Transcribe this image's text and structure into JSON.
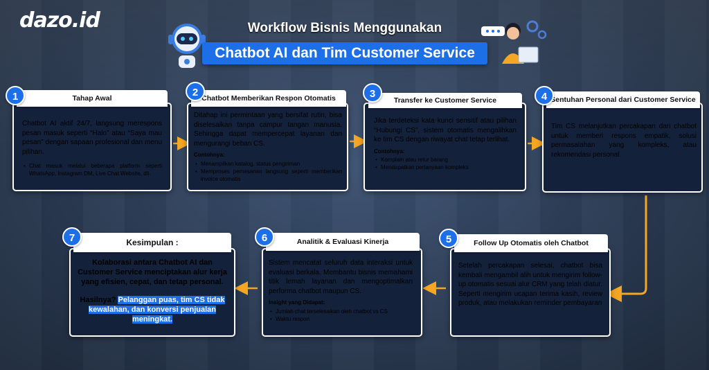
{
  "brand": "dazo.id",
  "title": {
    "line1": "Workflow Bisnis Menggunakan",
    "line2": "Chatbot AI dan Tim Customer Service"
  },
  "colors": {
    "accent": "#1d6fe8",
    "card": "#14213b",
    "arrow": "#f5a623"
  },
  "steps": [
    {
      "num": "1",
      "title": "Tahap Awal",
      "text": "Chatbot AI aktif 24/7, langsung merespons pesan masuk seperti “Halo” atau “Saya mau pesan” dengan sapaan profesional dan menu pilihan.",
      "bullets": [
        "Chat masuk melalui beberapa platform seperti  WhatsApp, Instagram DM, Live Chat Website, dll."
      ]
    },
    {
      "num": "2",
      "title": "Chatbot  Memberikan Respon Otomatis",
      "text": "Ditahap ini permintaan yang bersifat rutin, bisa diselesaikan tanpa campur tangan manusia. Sehingga dapat mempercepat layanan dan mengurangi beban CS.",
      "sub": "Contohnya:",
      "bullets": [
        "Menampilkan katalog, status pengiriman",
        "Memproses pemesanan langsung seperti memberikan invoice otomatis"
      ]
    },
    {
      "num": "3",
      "title": "Transfer ke Customer Service",
      "text": "Jika terdeteksi kata kunci sensitif atau pilihan “Hubungi CS”, sistem otomatis mengalihkan ke tim CS dengan riwayat chat tetap terlihat.",
      "sub": "Contohnya:",
      "bullets": [
        "Komplain atau retur barang",
        "Mendapatkan pertanyaan kompleks"
      ]
    },
    {
      "num": "4",
      "title": "Sentuhan Personal dari Customer Service",
      "text": "Tim CS melanjutkan percakapan dari chatbot untuk memberi respons empatik, solusi permasalahan yang kompleks, atau rekomendasi personal."
    },
    {
      "num": "5",
      "title": "Follow Up Otomatis oleh Chatbot",
      "text": "Setelah percakapan selesai, chatbot bisa kembali mengambil alih untuk mengirim follow-up otomatis sesuai alur CRM yang telah diatur. Seperti mengirim ucapan terima kasih, review produk, atau melakukan reminder pembayaran"
    },
    {
      "num": "6",
      "title": "Analitik & Evaluasi Kinerja",
      "text": "Sistem mencatat seluruh data interaksi untuk evaluasi berkala. Membantu bisnis memahami titik lemah layanan dan mengoptimalkan performa chatbot maupun CS.",
      "sub": "Insight yang Didapat:",
      "bullets": [
        "Jumlah chat terselesaikan oleh chatbot vs CS",
        "Waktu respon"
      ]
    },
    {
      "num": "7",
      "title": "Kesimpulan :",
      "text": "Kolaborasi antara Chatbot AI dan Customer Service menciptakan alur kerja yang efisien, cepat, dan tetap personal.",
      "result_prefix": "Hasilnya? ",
      "result_highlight": "Pelanggan puas, tim CS tidak kewalahan, dan konversi penjualan meningkat."
    }
  ]
}
